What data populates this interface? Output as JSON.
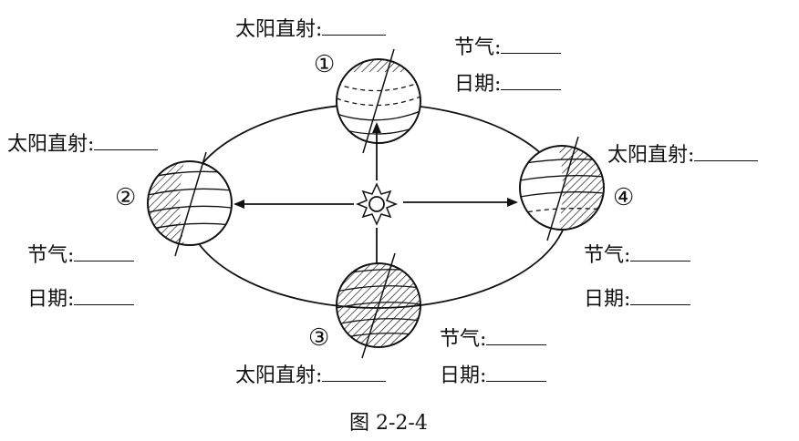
{
  "caption": "图 2-2-4",
  "field_labels": {
    "sun_direct": "太阳直射:",
    "solar_term": "节气:",
    "date": "日期:"
  },
  "positions": [
    {
      "number": "①",
      "name": "top"
    },
    {
      "number": "②",
      "name": "left"
    },
    {
      "number": "③",
      "name": "bottom"
    },
    {
      "number": "④",
      "name": "right"
    }
  ],
  "colors": {
    "line": "#111111",
    "background": "#ffffff"
  }
}
